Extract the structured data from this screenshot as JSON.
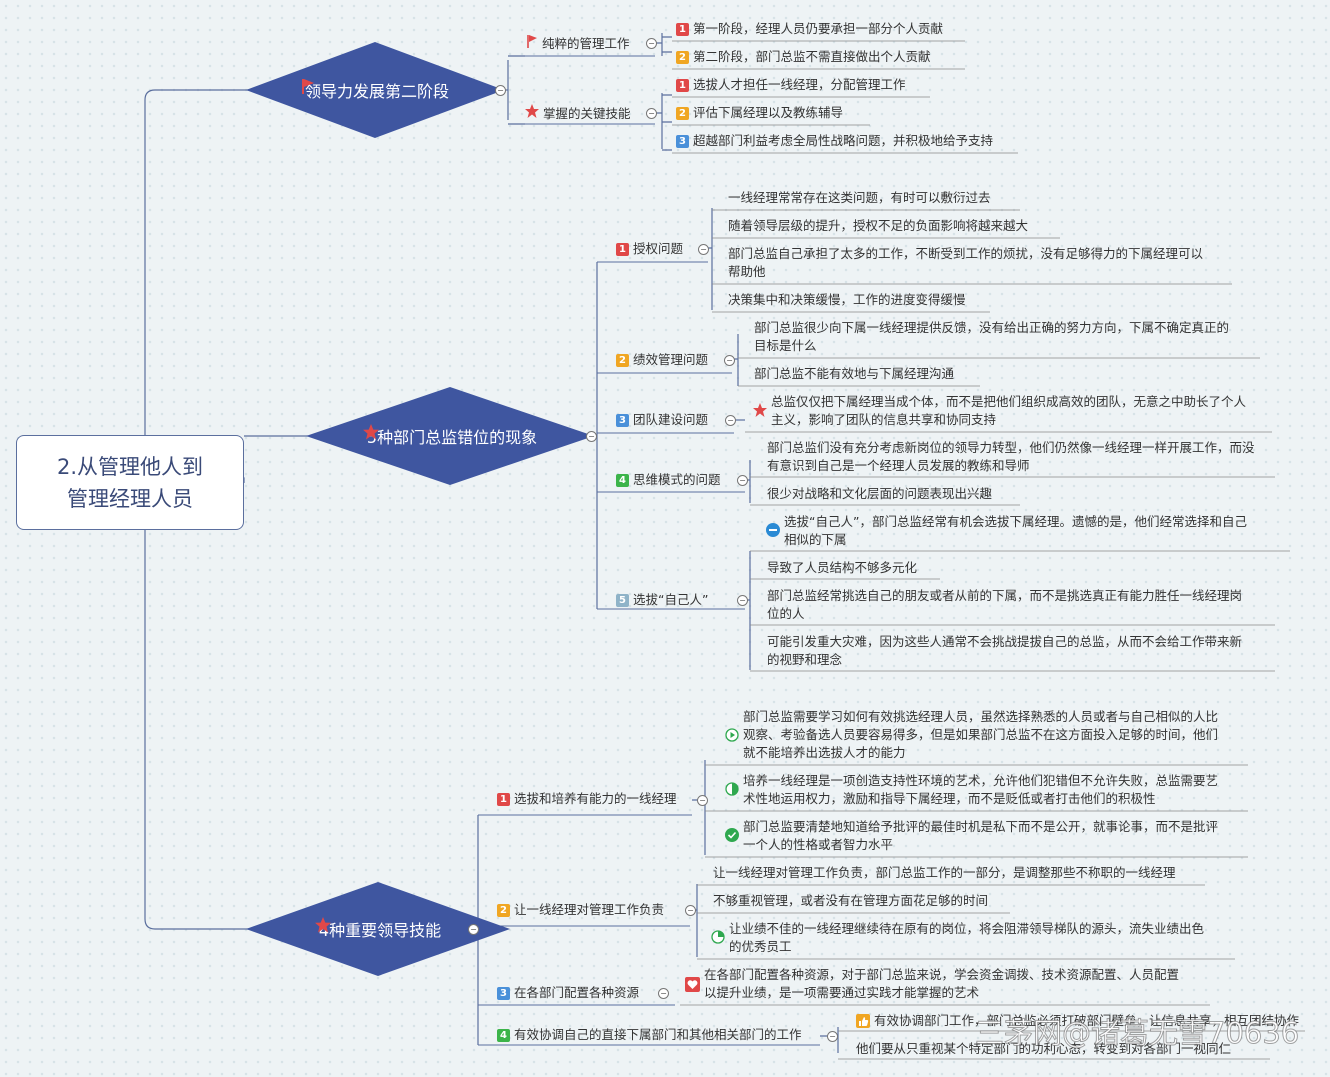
{
  "root": {
    "title": "2.从管理他人到\n管理经理人员"
  },
  "colors": {
    "diamond": "#3f56a0",
    "line": "#5b6f9e",
    "badge1": "#e04848",
    "badge2": "#f0a623",
    "badge3": "#4a90d9",
    "badge4": "#3cb44a",
    "badge5": "#8fb3c8"
  },
  "b1": {
    "label": "领导力发展第二阶段",
    "icon": "flag-icon",
    "c1": {
      "label": "纯粹的管理工作",
      "icon": "flag-icon",
      "i1": "第一阶段，经理人员仍要承担一部分个人贡献",
      "i2": "第二阶段，部门总监不需直接做出个人贡献"
    },
    "c2": {
      "label": "掌握的关键技能",
      "icon": "star-icon",
      "i1": "选拔人才担任一线经理，分配管理工作",
      "i2": "评估下属经理以及教练辅导",
      "i3": "超越部门利益考虑全局性战略问题，并积极地给予支持"
    }
  },
  "b2": {
    "label": "5种部门总监错位的现象",
    "icon": "star-icon",
    "c1": {
      "label": "授权问题",
      "i1": "一线经理常常存在这类问题，有时可以敷衍过去",
      "i2": "随着领导层级的提升，授权不足的负面影响将越来越大",
      "i3": "部门总监自己承担了太多的工作，不断受到工作的烦扰，没有足够得力的下属经理可以\n帮助他",
      "i4": "决策集中和决策缓慢，工作的进度变得缓慢"
    },
    "c2": {
      "label": "绩效管理问题",
      "i1": "部门总监很少向下属一线经理提供反馈，没有给出正确的努力方向，下属不确定真正的\n目标是什么",
      "i2": "部门总监不能有效地与下属经理沟通"
    },
    "c3": {
      "label": "团队建设问题",
      "i1": "总监仅仅把下属经理当成个体，而不是把他们组织成高效的团队，无意之中助长了个人\n主义，影响了团队的信息共享和协同支持"
    },
    "c4": {
      "label": "思维模式的问题",
      "i1": "部门总监们没有充分考虑新岗位的领导力转型，他们仍然像一线经理一样开展工作，而没\n有意识到自己是一个经理人员发展的教练和导师",
      "i2": "很少对战略和文化层面的问题表现出兴趣"
    },
    "c5": {
      "label": "选拔“自己人”",
      "i1": "选拔“自己人”，部门总监经常有机会选拔下属经理。遗憾的是，他们经常选择和自己\n相似的下属",
      "i2": "导致了人员结构不够多元化",
      "i3": "部门总监经常挑选自己的朋友或者从前的下属，而不是挑选真正有能力胜任一线经理岗\n位的人",
      "i4": "可能引发重大灾难，因为这些人通常不会挑战提拔自己的总监，从而不会给工作带来新\n的视野和理念"
    }
  },
  "b3": {
    "label": "4种重要领导技能",
    "icon": "star-icon",
    "c1": {
      "label": "选拔和培养有能力的一线经理",
      "i1": "部门总监需要学习如何有效挑选经理人员，虽然选择熟悉的人员或者与自己相似的人比\n观察、考验备选人员要容易得多，但是如果部门总监不在这方面投入足够的时间，他们\n就不能培养出选拔人才的能力",
      "i2": "培养一线经理是一项创造支持性环境的艺术，允许他们犯错但不允许失败，总监需要艺\n术性地运用权力，激励和指导下属经理，而不是贬低或者打击他们的积极性",
      "i3": "部门总监要清楚地知道给予批评的最佳时机是私下而不是公开，就事论事，而不是批评\n一个人的性格或者智力水平"
    },
    "c2": {
      "label": "让一线经理对管理工作负责",
      "i1": "让一线经理对管理工作负责，部门总监工作的一部分，是调整那些不称职的一线经理",
      "i2": "不够重视管理，或者没有在管理方面花足够的时间",
      "i3": "让业绩不佳的一线经理继续待在原有的岗位，将会阻滞领导梯队的源头，流失业绩出色\n的优秀员工"
    },
    "c3": {
      "label": "在各部门配置各种资源",
      "i1": "在各部门配置各种资源，对于部门总监来说，学会资金调拨、技术资源配置、人员配置\n以提升业绩，是一项需要通过实践才能掌握的艺术"
    },
    "c4": {
      "label": "有效协调自己的直接下属部门和其他相关部门的工作",
      "i1": "有效协调部门工作，部门总监必须打破部门壁垒，让信息共享，相互团结协作",
      "i2": "他们要从只重视某个特定部门的功利心态，转变到对各部门一视同仁"
    }
  },
  "watermark": "三茅网@诸葛无雪70636"
}
